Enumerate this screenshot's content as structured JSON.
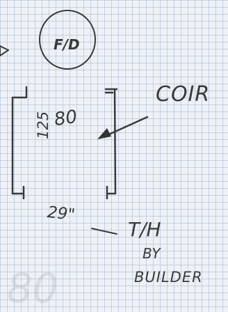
{
  "labels": {
    "dim_80": "80",
    "dim_125": "125",
    "coin": "COIR",
    "dim_29": "29\"",
    "t_h_note": "T/H",
    "by": "BY",
    "builder": "BUILDER",
    "faint_mark": "80",
    "circle_mark": "F/D"
  }
}
